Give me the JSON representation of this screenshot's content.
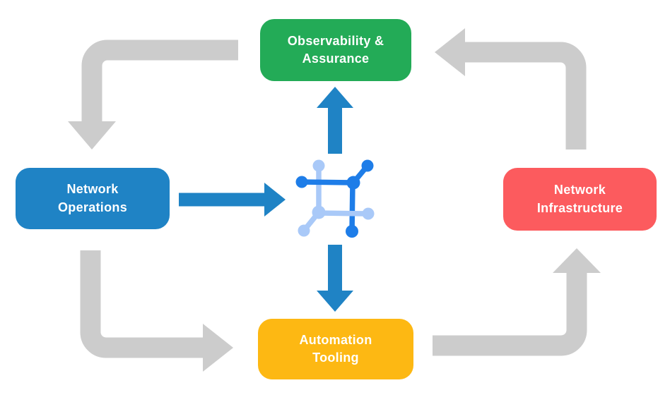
{
  "diagram": {
    "background_color": "#ffffff",
    "nodes": [
      {
        "id": "observability-assurance",
        "label": "Observability &\nAssurance",
        "color": "#23AB57"
      },
      {
        "id": "network-operations",
        "label": "Network\nOperations",
        "color": "#1F83C5"
      },
      {
        "id": "network-infrastructure",
        "label": "Network\nInfrastructure",
        "color": "#FC5B5E"
      },
      {
        "id": "automation-tooling",
        "label": "Automation\nTooling",
        "color": "#FDB813"
      }
    ],
    "center_icon": {
      "name": "network-fabric-icon",
      "primary_color": "#1E7DE8",
      "secondary_color": "#A9C9F8"
    },
    "arrows": {
      "cycle_color": "#CCCCCC",
      "hub_color": "#1F83C5",
      "cycle": [
        {
          "from": "observability-assurance",
          "to": "network-operations"
        },
        {
          "from": "network-operations",
          "to": "automation-tooling"
        },
        {
          "from": "automation-tooling",
          "to": "network-infrastructure"
        },
        {
          "from": "network-infrastructure",
          "to": "observability-assurance"
        }
      ],
      "hub": [
        {
          "from": "network-operations",
          "to": "center"
        },
        {
          "from": "center",
          "to": "observability-assurance"
        },
        {
          "from": "center",
          "to": "automation-tooling"
        }
      ]
    }
  }
}
